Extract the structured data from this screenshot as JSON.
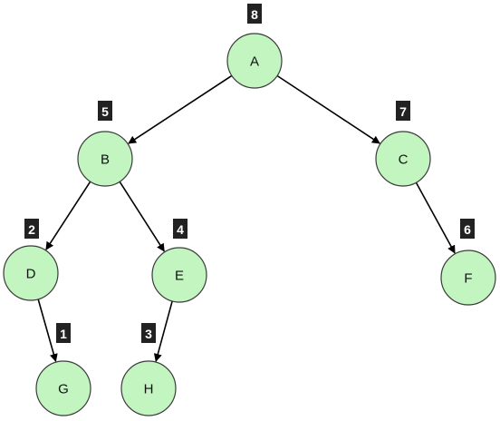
{
  "diagram": {
    "nodes": [
      {
        "id": "A",
        "label": "A",
        "badge": "8"
      },
      {
        "id": "B",
        "label": "B",
        "badge": "5"
      },
      {
        "id": "C",
        "label": "C",
        "badge": "7"
      },
      {
        "id": "D",
        "label": "D",
        "badge": "2"
      },
      {
        "id": "E",
        "label": "E",
        "badge": "4"
      },
      {
        "id": "F",
        "label": "F",
        "badge": "6"
      },
      {
        "id": "G",
        "label": "G",
        "badge": "1"
      },
      {
        "id": "H",
        "label": "H",
        "badge": "3"
      }
    ],
    "edges": [
      {
        "from": "A",
        "to": "B"
      },
      {
        "from": "A",
        "to": "C"
      },
      {
        "from": "B",
        "to": "D"
      },
      {
        "from": "B",
        "to": "E"
      },
      {
        "from": "C",
        "to": "F"
      },
      {
        "from": "D",
        "to": "G"
      },
      {
        "from": "E",
        "to": "H"
      }
    ]
  },
  "colors": {
    "node_fill": "#c2f5c0",
    "node_stroke": "#3b3b3b",
    "badge_fill": "#222222",
    "edge": "#000000"
  }
}
